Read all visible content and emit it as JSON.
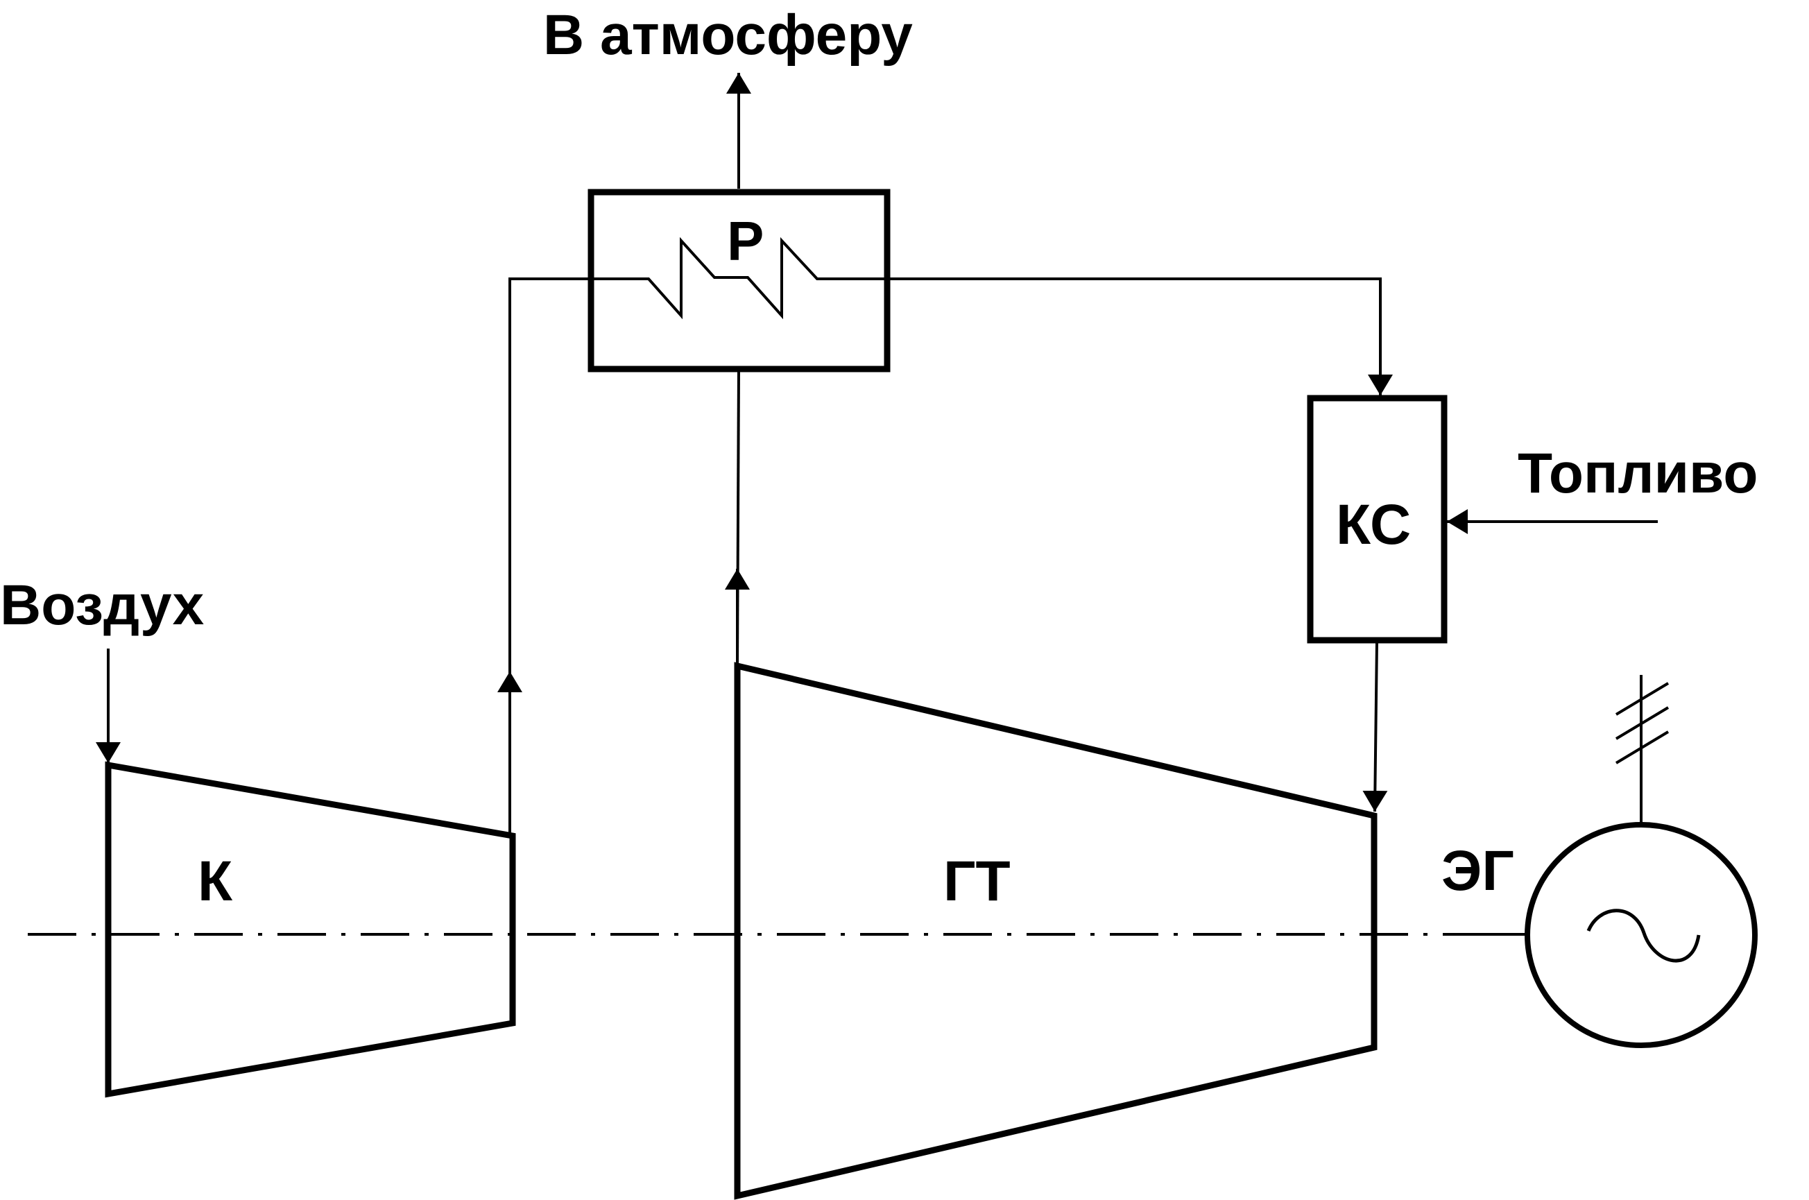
{
  "labels": {
    "exhaust": "В атмосферу",
    "regenerator": "Р",
    "air": "Воздух",
    "fuel": "Топливо",
    "combustor": "КС",
    "compressor": "К",
    "turbine": "ГТ",
    "generator": "ЭГ"
  }
}
